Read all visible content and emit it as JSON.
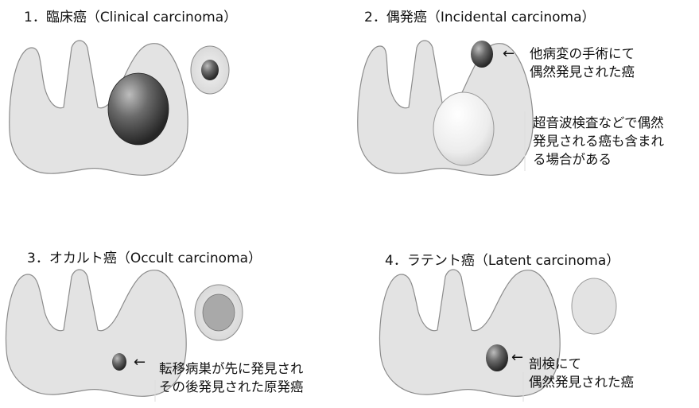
{
  "panels": [
    {
      "title": "1．臨床癌（Clinical carcinoma）",
      "notes": []
    },
    {
      "title": "2．偶発癌（Incidental carcinoma）",
      "notes": [
        "他病変の手術にて\n偶然発見された癌",
        "超音波検査などで偶然\n発見される癌も含まれ\nる場合がある"
      ]
    },
    {
      "title": "3．オカルト癌（Occult carcinoma）",
      "notes": [
        "転移病巣が先に発見され\nその後発見された原発癌"
      ]
    },
    {
      "title": "4．ラテント癌（Latent carcinoma）",
      "notes": [
        "剖検にて\n偶然発見された癌"
      ]
    }
  ],
  "arrow_glyph": "←",
  "colors": {
    "gland_fill": "#e3e3e3",
    "gland_stroke": "#8c8c8c",
    "tumor_dark": "#3a3a3a",
    "tumor_light": "#f2f2f2"
  }
}
